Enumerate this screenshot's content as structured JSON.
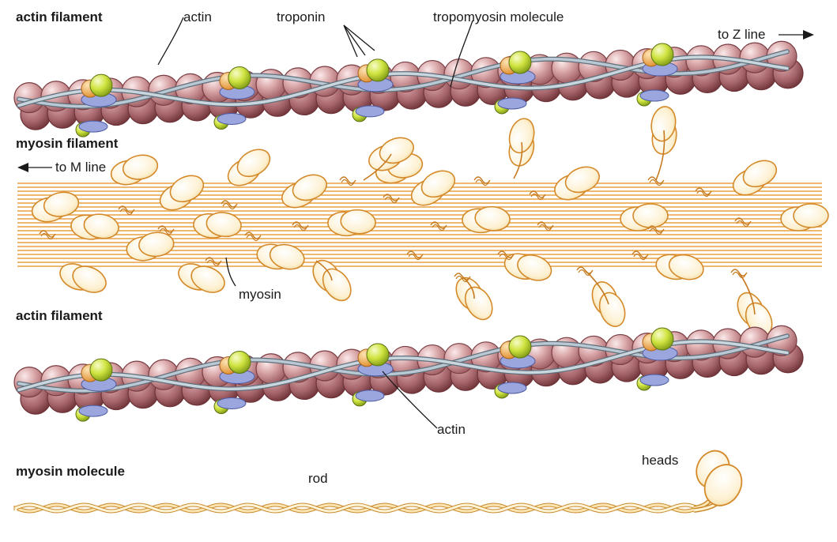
{
  "sections": {
    "actin_filament_top": "actin filament",
    "myosin_filament": "myosin filament",
    "actin_filament_bottom": "actin filament",
    "myosin_molecule": "myosin molecule"
  },
  "labels": {
    "actin_top": "actin",
    "troponin": "troponin",
    "tropomyosin": "tropomyosin molecule",
    "to_z_line": "to Z line",
    "to_m_line": "to M line",
    "myosin": "myosin",
    "actin_bottom": "actin",
    "rod": "rod",
    "heads": "heads"
  },
  "colors": {
    "actin_fill": "#c98f92",
    "actin_dark": "#7a3e44",
    "troponin_green": "#c5dd3a",
    "troponin_orange": "#f0a94a",
    "tropomyosin_blue": "#9aa6dd",
    "tropomyosin_strand": "#8ea1ad",
    "myosin_orange": "#e8a040",
    "myosin_head_fill": "#fdf3d8"
  }
}
